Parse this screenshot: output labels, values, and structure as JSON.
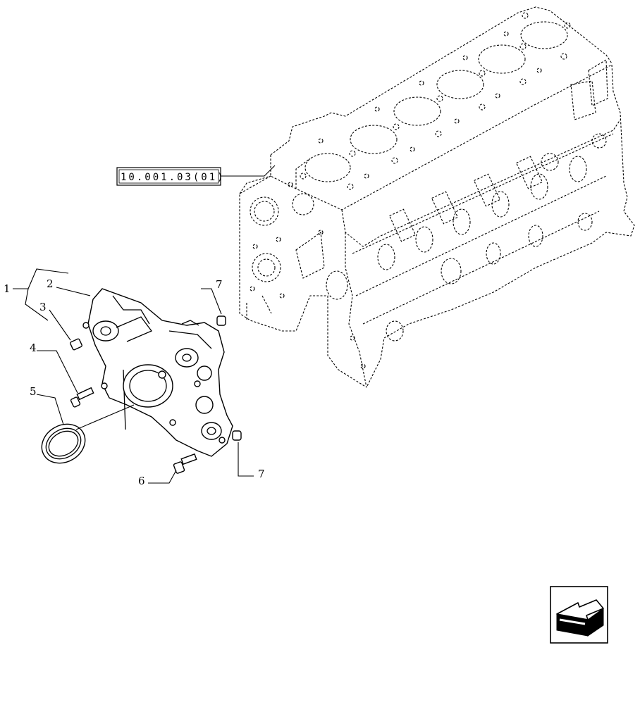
{
  "diagram": {
    "reference_label": "10.001.03(01)",
    "callouts": [
      {
        "id": "c1",
        "text": "1"
      },
      {
        "id": "c2",
        "text": "2"
      },
      {
        "id": "c3",
        "text": "3"
      },
      {
        "id": "c4",
        "text": "4"
      },
      {
        "id": "c5",
        "text": "5"
      },
      {
        "id": "c6",
        "text": "6"
      },
      {
        "id": "c7a",
        "text": "7"
      },
      {
        "id": "c7b",
        "text": "7"
      }
    ]
  },
  "nav": {
    "icon": "back-arrow-icon"
  }
}
